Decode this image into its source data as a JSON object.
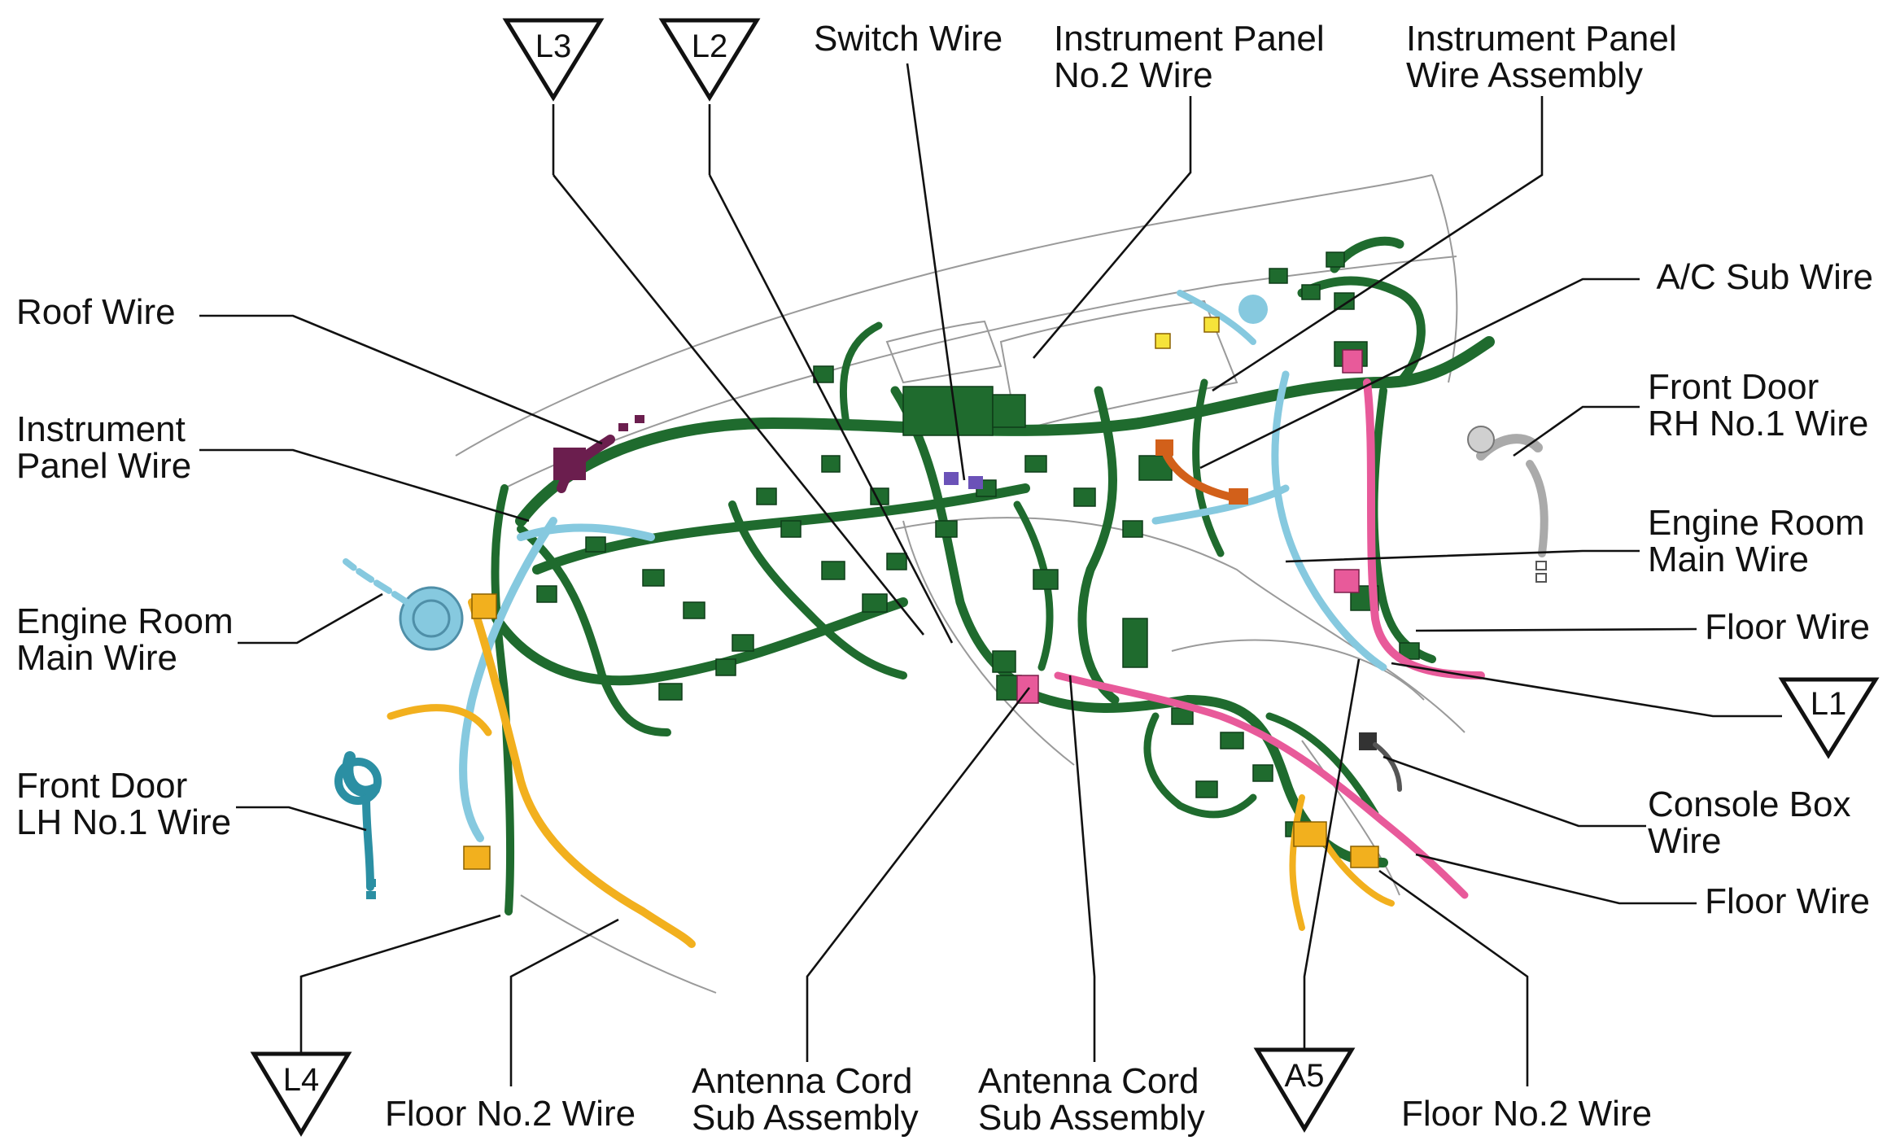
{
  "labels": {
    "switch_wire": "Switch Wire",
    "ip_no2_l1": "Instrument Panel",
    "ip_no2_l2": "No.2 Wire",
    "ip_assy_l1": "Instrument Panel",
    "ip_assy_l2": "Wire Assembly",
    "ac_sub": "A/C Sub Wire",
    "roof": "Roof Wire",
    "ip_wire_l1": "Instrument",
    "ip_wire_l2": "Panel Wire",
    "fd_rh_l1": "Front Door",
    "fd_rh_l2": "RH No.1 Wire",
    "erm_right_l1": "Engine Room",
    "erm_right_l2": "Main Wire",
    "erm_left_l1": "Engine Room",
    "erm_left_l2": "Main Wire",
    "floor_right_1": "Floor Wire",
    "floor_right_2": "Floor Wire",
    "fd_lh_l1": "Front Door",
    "fd_lh_l2": "LH No.1 Wire",
    "console_l1": "Console Box",
    "console_l2": "Wire",
    "floor2_left": "Floor No.2 Wire",
    "floor2_right": "Floor No.2 Wire",
    "antenna1_l1": "Antenna Cord",
    "antenna1_l2": "Sub Assembly",
    "antenna2_l1": "Antenna Cord",
    "antenna2_l2": "Sub Assembly"
  },
  "markers": {
    "l3": "L3",
    "l2": "L2",
    "l1": "L1",
    "l4": "L4",
    "a5": "A5"
  },
  "colors": {
    "main_harness": "#1f6b2e",
    "floor_no2": "#f2b01e",
    "engine_room": "#86c9df",
    "floor_wire": "#e85a9a",
    "roof_wire": "#6b1e4e",
    "front_door_lh": "#2b8fa3",
    "front_door_rh": "#aaaaaa",
    "ac_sub": "#d2601a",
    "switch_wire": "#6b52b8"
  }
}
